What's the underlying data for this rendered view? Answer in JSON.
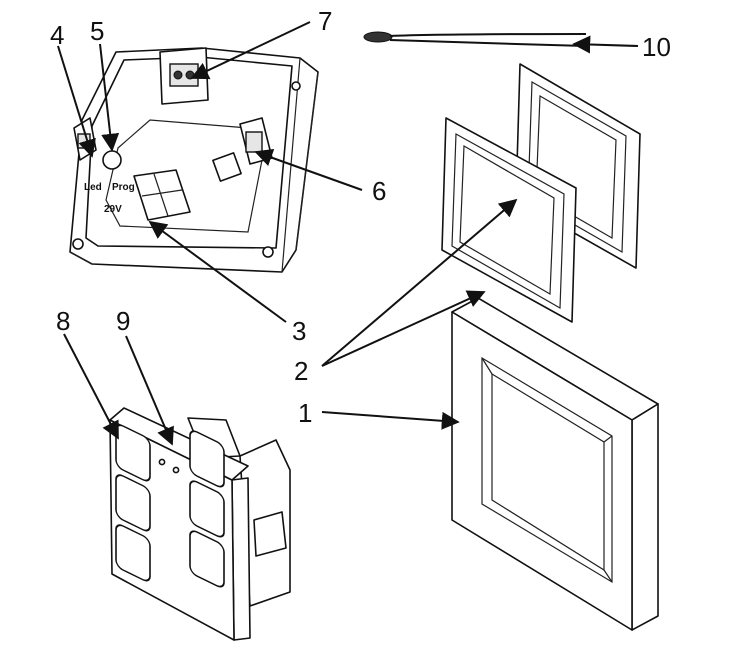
{
  "callouts": {
    "n1": "1",
    "n2": "2",
    "n3": "3",
    "n4": "4",
    "n5": "5",
    "n6": "6",
    "n7": "7",
    "n8": "8",
    "n9": "9",
    "n10": "10"
  },
  "device_labels": {
    "led": "Led",
    "prog": "Prog",
    "voltage": "29V"
  }
}
